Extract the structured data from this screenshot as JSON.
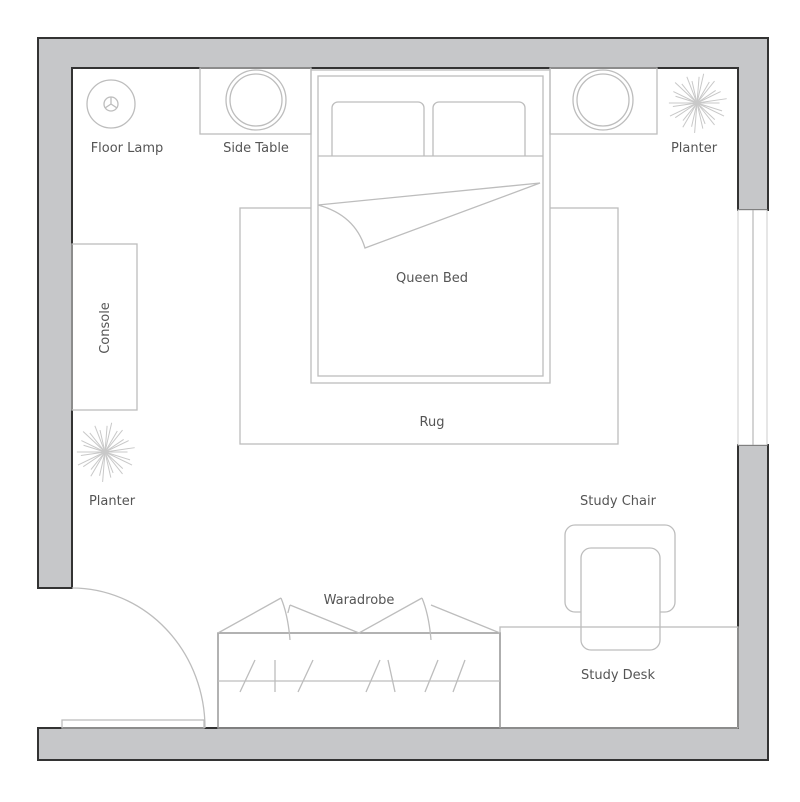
{
  "plan": {
    "colors": {
      "wall": "#c6c7c9",
      "wall_outline": "#333333",
      "furniture_stroke": "#bdbdbd",
      "label": "#555555"
    },
    "labels": {
      "floor_lamp": "Floor Lamp",
      "side_table": "Side Table",
      "planter_top": "Planter",
      "queen_bed": "Queen Bed",
      "console": "Console",
      "rug": "Rug",
      "planter_left": "Planter",
      "study_chair": "Study Chair",
      "wardrobe": "Waradrobe",
      "study_desk": "Study Desk"
    }
  }
}
